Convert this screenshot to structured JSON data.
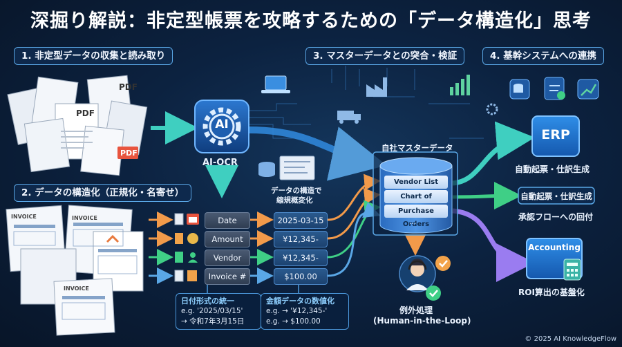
{
  "title": "深掘り解説：非定型帳票を攻略するための「データ構造化」思考",
  "sections": {
    "s1": "1. 非定型データの収集と読み取り",
    "s2": "2. データの構造化（正規化・名寄せ）",
    "s3": "3. マスターデータとの突合・検証",
    "s4": "4. 基幹システムへの連携"
  },
  "ocr": {
    "icon_text": "AI",
    "label": "AI-OCR"
  },
  "doc_tags": {
    "pdf": "PDF",
    "invoice": "INVOICE"
  },
  "structure_note": {
    "line1": "データの構造で",
    "line2": "縮規概変化"
  },
  "fields": [
    {
      "label": "Date",
      "value": "2025-03-15",
      "icon": "calendar-icon"
    },
    {
      "label": "Amount",
      "value": "¥12,345-",
      "icon": "money-bag-icon"
    },
    {
      "label": "Vendor",
      "value": "¥12,345-",
      "icon": "person-icon"
    },
    {
      "label": "Invoice #",
      "value": "$100.00",
      "icon": "document-icon"
    }
  ],
  "notes": {
    "date": {
      "heading": "日付形式の統一",
      "line1": "e.g. '2025/03/15'",
      "line2": "→ 令和7年3月15日"
    },
    "amount": {
      "heading": "金額データの数値化",
      "line1": "e.g. → '¥12,345-'",
      "line2": "e.g. →   $100.00"
    }
  },
  "master": {
    "title": "自社マスターデータ",
    "rows": [
      "Vendor List",
      "Chart of Accounts",
      "Purchase Orders"
    ],
    "more": "..."
  },
  "exception": {
    "line1": "例外処理",
    "line2": "(Human-in-the-Loop)"
  },
  "erp": {
    "label": "ERP",
    "caption": "自動起票・仕訳生成"
  },
  "middle_box": {
    "label": "自動起票・仕訳生成",
    "caption": "承認フローへの回付"
  },
  "accounting": {
    "label": "Accounting",
    "caption": "ROI算出の基盤化"
  },
  "footer": "© 2025 AI KnowledgeFlow",
  "colors": {
    "accent": "#5aa7e6",
    "green": "#3fcf86",
    "orange": "#f29a4a",
    "purple": "#9a7cf0"
  }
}
